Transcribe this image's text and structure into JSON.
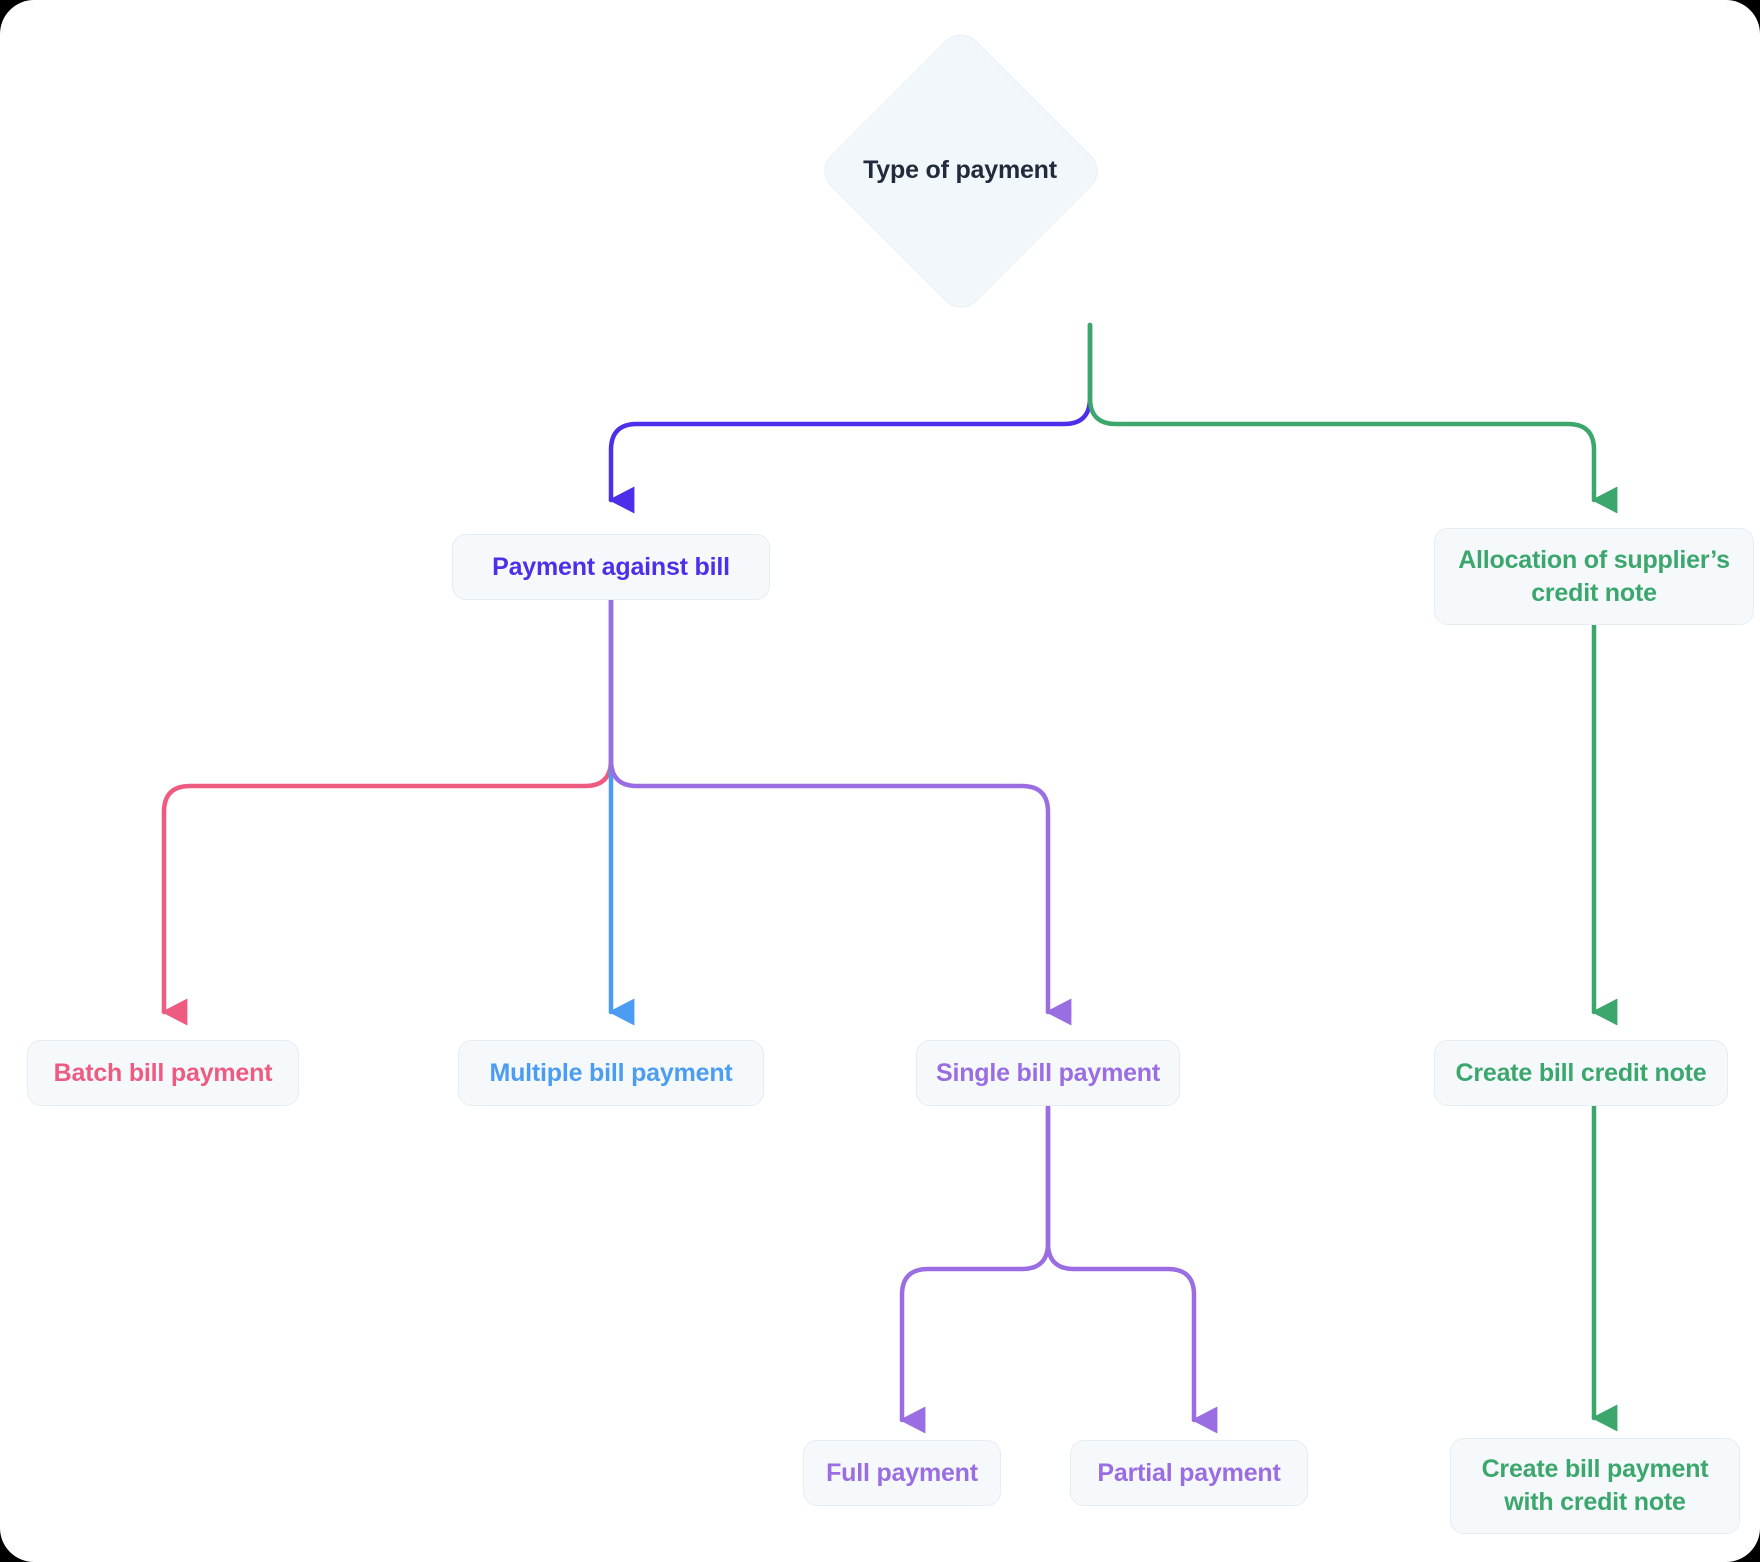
{
  "diagram": {
    "title": "Type of payment",
    "type": "flowchart",
    "root": {
      "id": "type-of-payment",
      "label": "Type of payment",
      "shape": "diamond",
      "text_color": "#222B3B"
    },
    "nodes": [
      {
        "id": "payment-against-bill",
        "label": "Payment against bill",
        "text_color": "#4C2FE8",
        "shape": "rounded-rect"
      },
      {
        "id": "allocation-of-suppliers-credit-note",
        "label": "Allocation of supplier’s credit note",
        "text_color": "#3CA76C",
        "shape": "rounded-rect"
      },
      {
        "id": "batch-bill-payment",
        "label": "Batch bill payment",
        "text_color": "#ED5C80",
        "shape": "rounded-rect"
      },
      {
        "id": "multiple-bill-payment",
        "label": "Multiple bill payment",
        "text_color": "#4B9CF2",
        "shape": "rounded-rect"
      },
      {
        "id": "single-bill-payment",
        "label": "Single bill payment",
        "text_color": "#9A6DE2",
        "shape": "rounded-rect"
      },
      {
        "id": "create-bill-credit-note",
        "label": "Create bill credit note",
        "text_color": "#3CA76C",
        "shape": "rounded-rect"
      },
      {
        "id": "full-payment",
        "label": "Full payment",
        "text_color": "#9A6DE2",
        "shape": "rounded-rect"
      },
      {
        "id": "partial-payment",
        "label": "Partial payment",
        "text_color": "#9A6DE2",
        "shape": "rounded-rect"
      },
      {
        "id": "create-bill-payment-with-credit-note",
        "label": "Create bill payment with credit note",
        "text_color": "#3CA76C",
        "shape": "rounded-rect"
      }
    ],
    "edges": [
      {
        "from": "type-of-payment",
        "to": "payment-against-bill",
        "color": "#4C2FE8"
      },
      {
        "from": "type-of-payment",
        "to": "allocation-of-suppliers-credit-note",
        "color": "#3CA76C"
      },
      {
        "from": "payment-against-bill",
        "to": "batch-bill-payment",
        "color": "#ED5C80"
      },
      {
        "from": "payment-against-bill",
        "to": "multiple-bill-payment",
        "color": "#4B9CF2"
      },
      {
        "from": "payment-against-bill",
        "to": "single-bill-payment",
        "color": "#9A6DE2"
      },
      {
        "from": "allocation-of-suppliers-credit-note",
        "to": "create-bill-credit-note",
        "color": "#3CA76C"
      },
      {
        "from": "single-bill-payment",
        "to": "full-payment",
        "color": "#9A6DE2"
      },
      {
        "from": "single-bill-payment",
        "to": "partial-payment",
        "color": "#9A6DE2"
      },
      {
        "from": "create-bill-credit-note",
        "to": "create-bill-payment-with-credit-note",
        "color": "#3CA76C"
      }
    ],
    "palette": {
      "node_background": "#F5F9FC",
      "node_border": "#E5EDF3",
      "canvas_background": "#FFFFFF",
      "page_background": "#000000",
      "indigo": "#4C2FE8",
      "green": "#3CA76C",
      "pink": "#ED5C80",
      "blue": "#4B9CF2",
      "purple": "#9A6DE2",
      "root_text": "#222B3B"
    }
  }
}
